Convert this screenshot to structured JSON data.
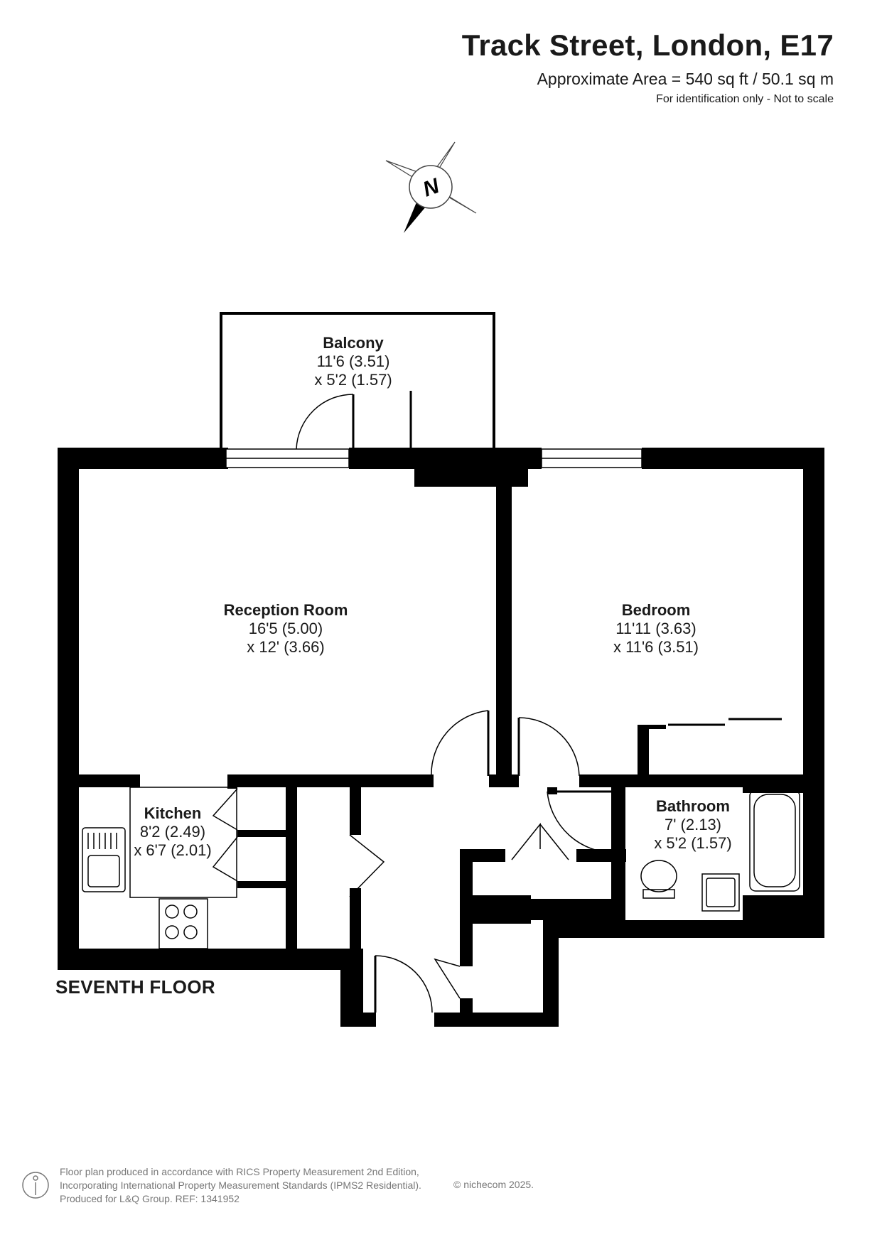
{
  "header": {
    "title": "Track Street, London, E17",
    "area": "Approximate Area = 540 sq ft / 50.1 sq m",
    "note": "For identification only - Not to scale"
  },
  "compass": {
    "letter": "N"
  },
  "rooms": {
    "balcony": {
      "name": "Balcony",
      "dim1": "11'6 (3.51)",
      "dim2": "x 5'2 (1.57)"
    },
    "reception": {
      "name": "Reception Room",
      "dim1": "16'5 (5.00)",
      "dim2": "x 12' (3.66)"
    },
    "bedroom": {
      "name": "Bedroom",
      "dim1": "11'11 (3.63)",
      "dim2": "x 11'6 (3.51)"
    },
    "kitchen": {
      "name": "Kitchen",
      "dim1": "8'2 (2.49)",
      "dim2": "x 6'7 (2.01)"
    },
    "bathroom": {
      "name": "Bathroom",
      "dim1": "7' (2.13)",
      "dim2": "x 5'2 (1.57)"
    }
  },
  "floor_label": "SEVENTH FLOOR",
  "footer": {
    "line1": "Floor plan produced in accordance with RICS Property Measurement 2nd Edition,",
    "line2": "Incorporating International Property Measurement Standards (IPMS2 Residential).",
    "line3": "Produced for L&Q Group.   REF:  1341952",
    "copyright": "© nichecom 2025."
  },
  "colors": {
    "wall": "#000000",
    "text": "#1a1a1a",
    "footer": "#777777"
  }
}
